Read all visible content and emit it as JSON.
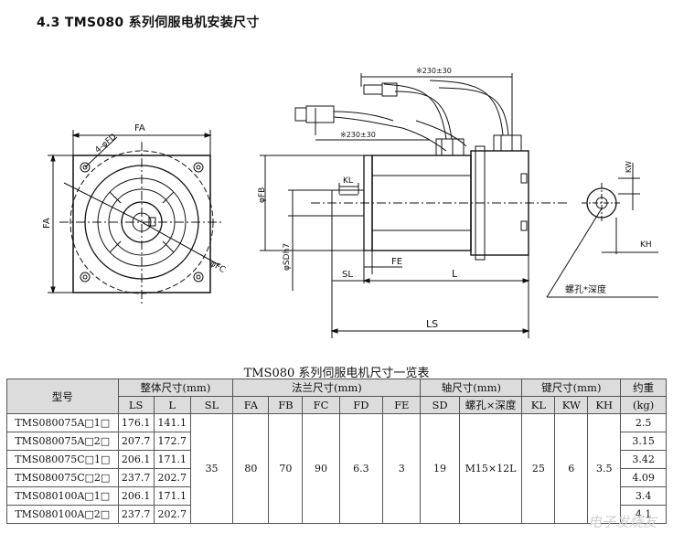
{
  "title": "4.3 TMS080 系列伺服电机安装尺寸",
  "drawing": {
    "front": {
      "fa_top": "FA",
      "fa_left": "FA",
      "holes": "4-φFD",
      "fc": "φFC"
    },
    "side": {
      "cable1": "※230±30",
      "cable2": "※230±30",
      "kl": "KL",
      "fb": "φFB",
      "sd": "φSDh7",
      "sl": "SL",
      "fe": "FE",
      "l": "L",
      "ls": "LS",
      "kw": "KW",
      "kh": "KH",
      "screw": "螺孔*深度"
    }
  },
  "table": {
    "caption": "TMS080 系列伺服电机尺寸一览表",
    "headers": {
      "model": "型号",
      "overall": "整体尺寸(mm)",
      "flange": "法兰尺寸(mm)",
      "shaft": "轴尺寸(mm)",
      "key": "键尺寸(mm)",
      "weight": "约重",
      "weight_unit": "(kg)"
    },
    "sub": {
      "ls": "LS",
      "l": "L",
      "sl": "SL",
      "fa": "FA",
      "fb": "FB",
      "fc": "FC",
      "fd": "FD",
      "fe": "FE",
      "sd": "SD",
      "screw": "螺孔×深度",
      "kl": "KL",
      "kw": "KW",
      "kh": "KH"
    },
    "rows": [
      {
        "model": "TMS080075A□1□",
        "ls": "176.1",
        "l": "141.1",
        "w": "2.5"
      },
      {
        "model": "TMS080075A□2□",
        "ls": "207.7",
        "l": "172.7",
        "w": "3.15"
      },
      {
        "model": "TMS080075C□1□",
        "ls": "206.1",
        "l": "171.1",
        "w": "3.42"
      },
      {
        "model": "TMS080075C□2□",
        "ls": "237.7",
        "l": "202.7",
        "w": "4.09"
      },
      {
        "model": "TMS080100A□1□",
        "ls": "206.1",
        "l": "171.1",
        "w": "3.4"
      },
      {
        "model": "TMS080100A□2□",
        "ls": "237.7",
        "l": "202.7",
        "w": "4.1"
      }
    ],
    "shared": {
      "sl": "35",
      "fa": "80",
      "fb": "70",
      "fc": "90",
      "fd": "6.3",
      "fe": "3",
      "sd": "19",
      "screw": "M15×12L",
      "kl": "25",
      "kw": "6",
      "kh": "3.5"
    }
  },
  "watermark": "电子发烧友"
}
